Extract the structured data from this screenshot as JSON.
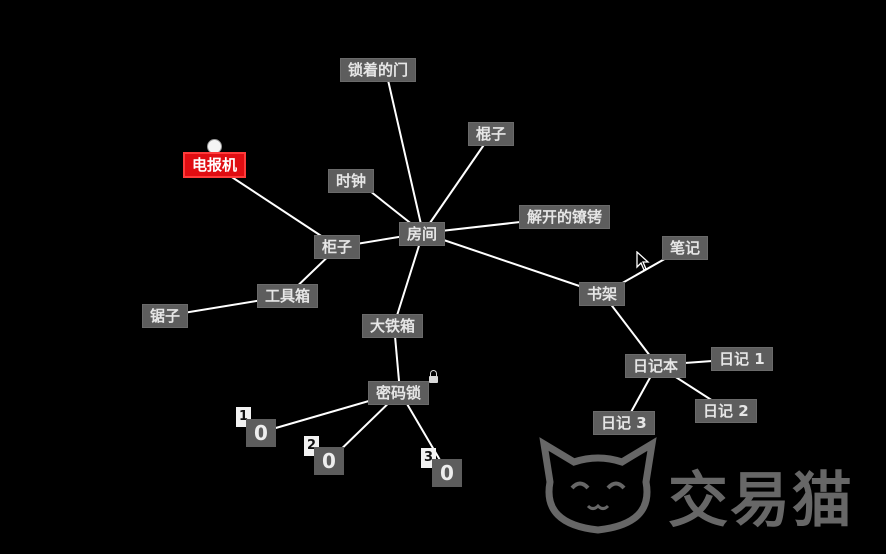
{
  "nodes": {
    "telegraph": "电报机",
    "locked_door": "锁着的门",
    "stick": "棍子",
    "clock": "时钟",
    "room": "房间",
    "unlocked_chain": "解开的镣铐",
    "cabinet": "柜子",
    "toolbox": "工具箱",
    "saw": "锯子",
    "iron_box": "大铁箱",
    "combo_lock": "密码锁",
    "bookshelf": "书架",
    "notes": "笔记",
    "diary_book": "日记本",
    "diary_1": "日记 1",
    "diary_2": "日记 2",
    "diary_3": "日记 3"
  },
  "dials": [
    {
      "tag": "1",
      "value": "0"
    },
    {
      "tag": "2",
      "value": "0"
    },
    {
      "tag": "3",
      "value": "0"
    }
  ],
  "watermark": {
    "text": "交易猫",
    "icon": "lucky-cat-icon"
  },
  "colors": {
    "background": "#000000",
    "node": "#5d5d5d",
    "active": "#e00d12",
    "line": "#ffffff"
  }
}
